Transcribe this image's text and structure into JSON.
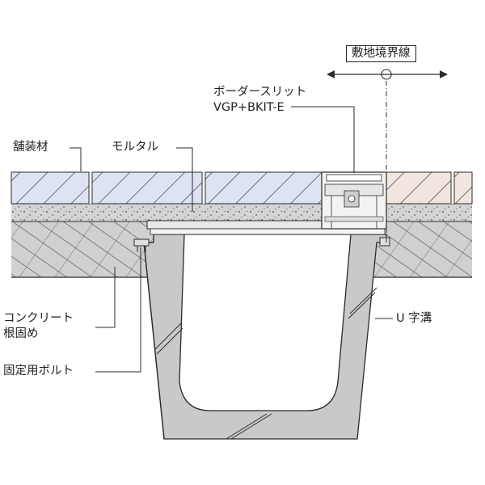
{
  "labels": {
    "boundary": "敷地境界線",
    "slit_name": "ボーダースリット",
    "slit_model": "VGP+BKIT-E",
    "paving": "舗装材",
    "mortar": "モルタル",
    "concrete_line1": "コンクリート",
    "concrete_line2": "根固め",
    "bolt": "固定用ボルト",
    "u_ditch": "U 字溝"
  },
  "colors": {
    "paving_left": "#dde3f2",
    "paving_right": "#f1e6df",
    "mortar": "#d4d4d4",
    "concrete": "#d0d0d0",
    "u_ditch": "#c9c9c9",
    "line": "#2b2b2b"
  }
}
